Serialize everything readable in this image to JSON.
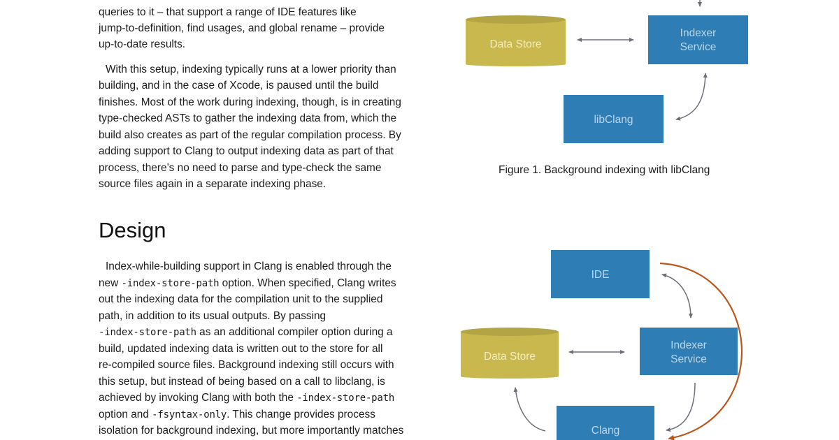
{
  "article": {
    "intro_paragraph_tail": [
      "queries to it – that support a range of IDE features like",
      "jump-to-definition, find usages, and global rename – provide",
      "up-to-date results."
    ],
    "setup_paragraph": [
      "With this setup, indexing typically runs at a lower priority than",
      "building, and in the case of Xcode, is paused until the build",
      "finishes. Most of the work during indexing, though, is in creating",
      "type-checked ASTs to gather the indexing data from, which the",
      "build also creates as part of the regular compilation process. By",
      "adding support to Clang to output indexing data as part of that",
      "process, there’s no need to parse and type-check the same",
      "source files again in a separate indexing phase."
    ],
    "design_heading": "Design",
    "design_paragraph": {
      "l1": "Index-while-building support in Clang is enabled through the",
      "l2_pre": "new ",
      "l2_code": "-index-store-path",
      "l2_post": " option. When specified, Clang writes",
      "l3": "out the indexing data for the compilation unit to the supplied",
      "l4": "path, in addition to its usual outputs. By passing",
      "l5_code": "-index-store-path",
      "l5_post": " as an additional compiler option during a",
      "l6": "build, updated indexing data is written out to the store for all",
      "l7": "re-compiled source files. Background indexing still occurs with",
      "l8": "this setup, but instead of being based on a call to libclang, is",
      "l9_pre": "achieved by invoking Clang with both the ",
      "l9_code": "-index-store-path",
      "l10_pre": "option and ",
      "l10_code": "-fsyntax-only",
      "l10_post": ". This change provides process",
      "l11": "isolation for background indexing, but more importantly matches"
    }
  },
  "figure1": {
    "caption": "Figure 1. Background indexing with libClang",
    "nodes": {
      "data_store": "Data Store",
      "indexer_line1": "Indexer",
      "indexer_line2": "Service",
      "libclang": "libClang"
    }
  },
  "figure2": {
    "nodes": {
      "ide": "IDE",
      "data_store": "Data Store",
      "indexer_line1": "Indexer",
      "indexer_line2": "Service",
      "clang": "Clang"
    }
  },
  "colors": {
    "node_blue": "#2e7db4",
    "store_olive": "#c9b84e",
    "arrow_gray": "#6b7078",
    "build_arrow_orange": "#b8561c"
  }
}
